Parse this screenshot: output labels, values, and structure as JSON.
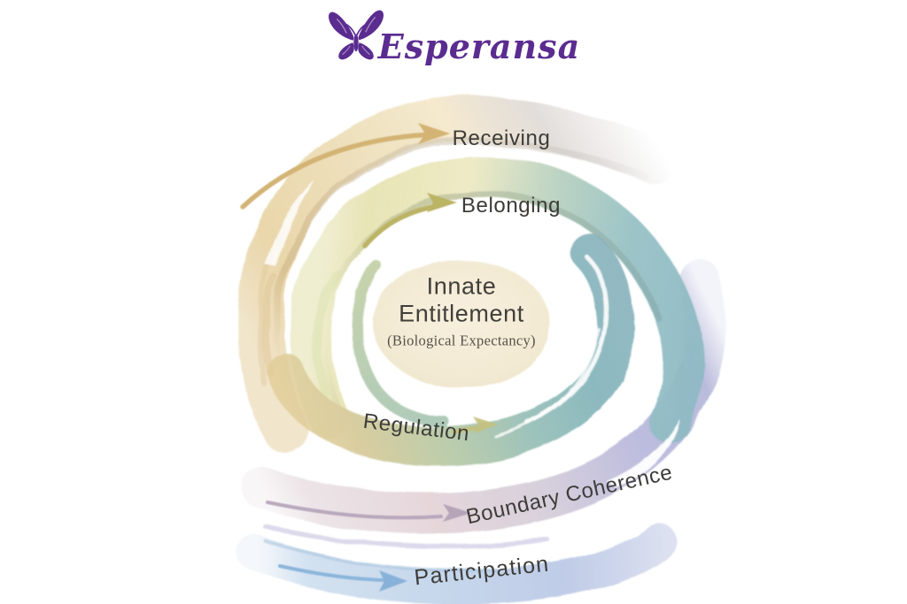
{
  "logo": {
    "brand_name": "Esperansa",
    "brand_color": "#5b2c90",
    "icon": "butterfly-icon"
  },
  "center_core": {
    "line1": "Innate",
    "line2": "Entitlement",
    "subtitle": "(Biological Expectancy)"
  },
  "rings": [
    {
      "id": "receiving",
      "label": "Receiving",
      "arrow_color": "#d3b475",
      "band_colors": [
        "#e8d4a6",
        "#f4e8cc",
        "#dcd8d6"
      ]
    },
    {
      "id": "belonging",
      "label": "Belonging",
      "arrow_color": "#bcb465",
      "band_colors": [
        "#e6e3b2",
        "#eeeac6",
        "#8fbac4"
      ]
    },
    {
      "id": "regulation",
      "label": "Regulation",
      "arrow_color": "#c5c07c",
      "band_colors": [
        "#e2cc96",
        "#bccdab",
        "#86b2bc"
      ]
    },
    {
      "id": "boundary-coherence",
      "label": "Boundary Coherence",
      "arrow_color": "#b19fb5",
      "band_colors": [
        "#e7dde1",
        "#d7d0dc",
        "#aeb0d6"
      ]
    },
    {
      "id": "participation",
      "label": "Participation",
      "arrow_color": "#87b1d8",
      "band_colors": [
        "#cbdcee",
        "#c6d7eb",
        "#b9c2e2"
      ]
    }
  ]
}
